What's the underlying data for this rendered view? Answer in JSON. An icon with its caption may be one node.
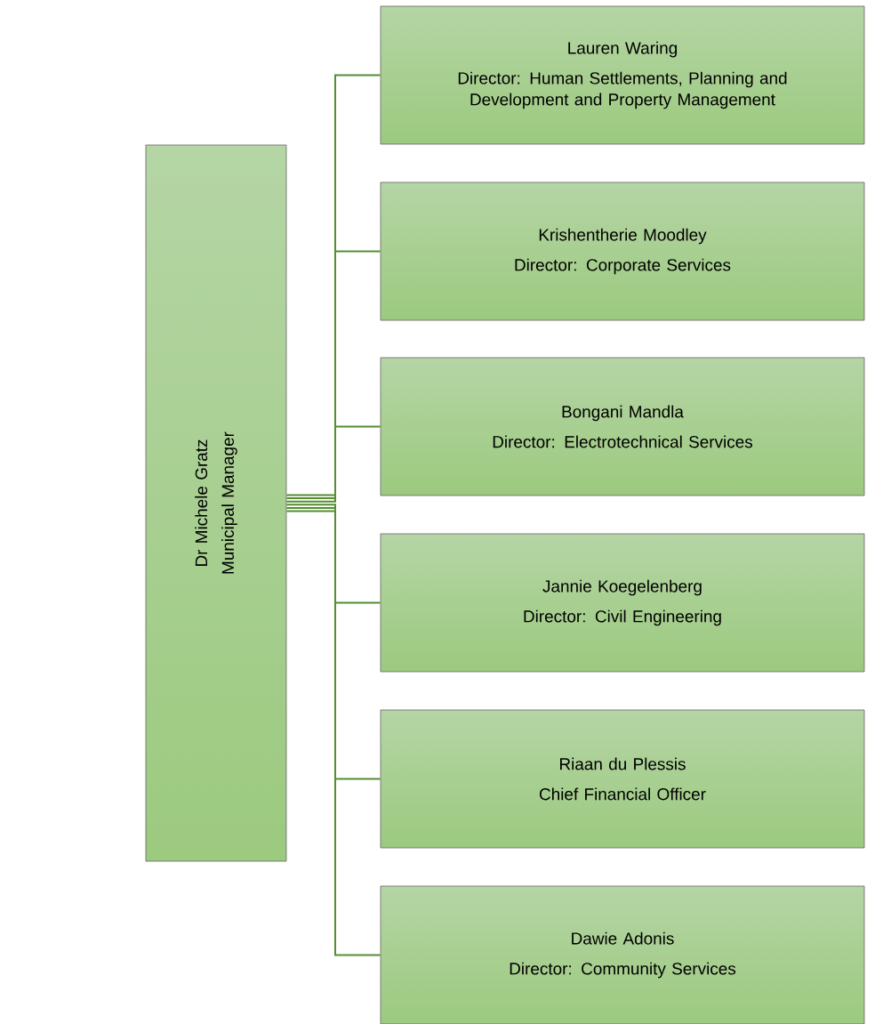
{
  "diagram": {
    "nodes": [
      {
        "text": [
          "Dr Michele Gratz",
          "Municipal Manager"
        ]
      },
      {
        "text": [
          "Lauren Waring",
          "Director: Human Settlements, Planning and Development and Property Management"
        ]
      },
      {
        "text": [
          "Krishentherie Moodley",
          "Director: Corporate Services"
        ]
      },
      {
        "text": [
          "Bongani Mandla",
          "Director: Electrotechnical Services"
        ]
      },
      {
        "text": [
          "Jannie Koegelenberg",
          "Director: Civil Engineering"
        ]
      },
      {
        "text": [
          "Riaan du Plessis",
          "Chief Financial Officer"
        ]
      },
      {
        "text": [
          "Dawie Adonis",
          "Director: Community Services"
        ]
      }
    ],
    "edges": [
      {
        "from": 0,
        "to": 1,
        "arrow": "none"
      },
      {
        "from": 0,
        "to": 2,
        "arrow": "none"
      },
      {
        "from": 0,
        "to": 3,
        "arrow": "none"
      },
      {
        "from": 0,
        "to": 4,
        "arrow": "none"
      },
      {
        "from": 0,
        "to": 5,
        "arrow": "none"
      },
      {
        "from": 0,
        "to": 6,
        "arrow": "none"
      }
    ]
  }
}
